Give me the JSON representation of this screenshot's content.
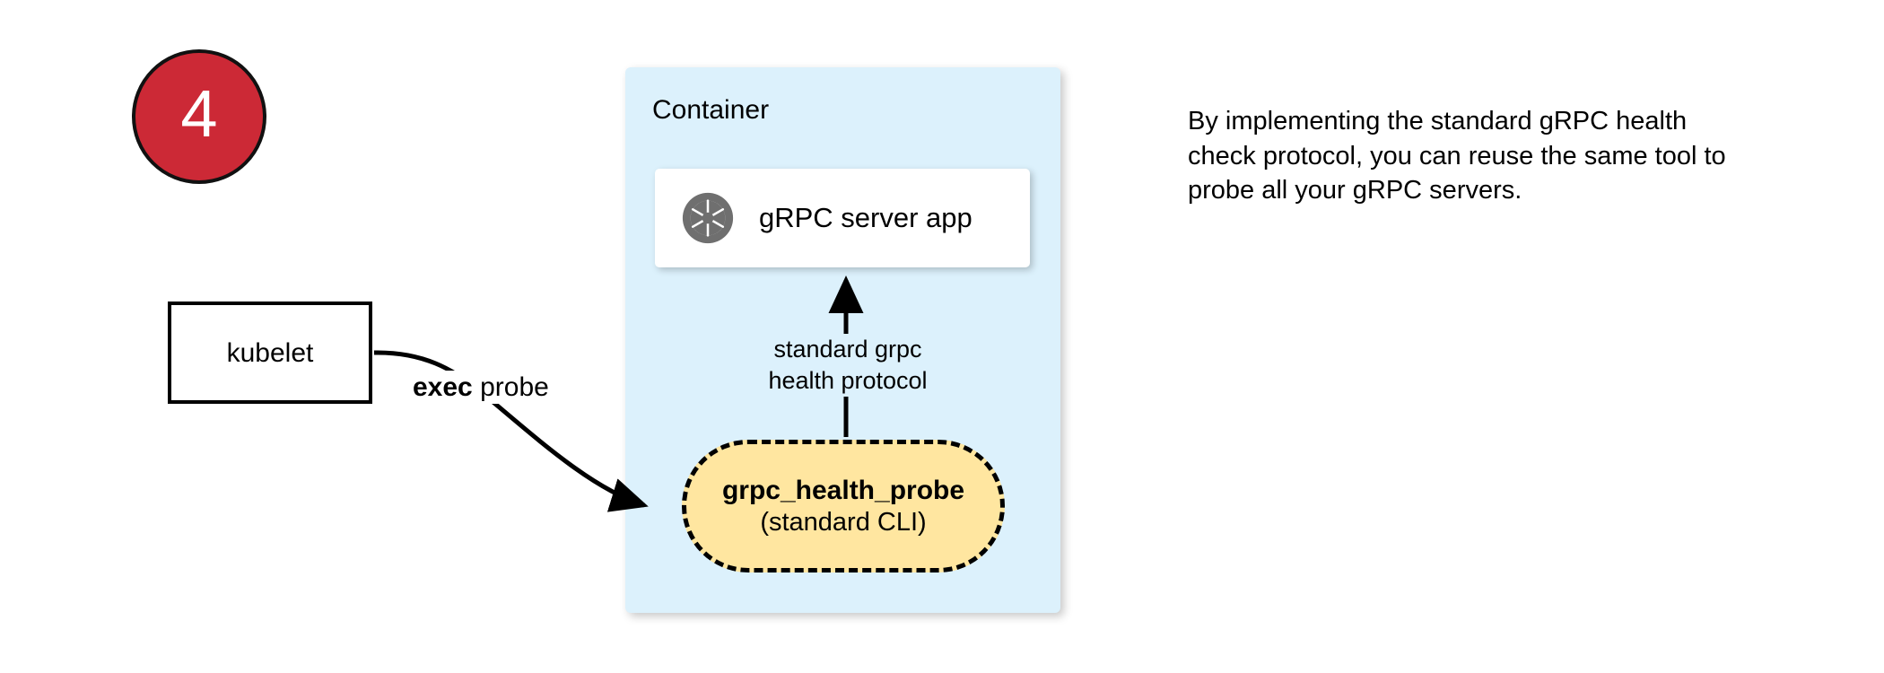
{
  "step": {
    "number": "4"
  },
  "kubelet": {
    "label": "kubelet"
  },
  "container": {
    "title": "Container",
    "fill_color": "#dcf1fc"
  },
  "server_app": {
    "label": "gRPC server app",
    "icon": "grpc-aperture-icon",
    "icon_color": "#6f6f6f"
  },
  "probe": {
    "title": "grpc_health_probe",
    "subtitle": "(standard CLI)",
    "fill_color": "#ffe6a0",
    "border_style": "dashed"
  },
  "edges": {
    "exec_probe": {
      "label_bold": "exec",
      "label_rest": " probe"
    },
    "protocol": {
      "line1": "standard grpc",
      "line2": "health protocol"
    }
  },
  "caption": {
    "text": "By implementing the standard gRPC health check protocol, you can reuse the same tool to probe all your gRPC servers."
  },
  "colors": {
    "badge_red": "#cc2936",
    "container_blue": "#dcf1fc",
    "probe_yellow": "#ffe6a0",
    "stroke_black": "#000000",
    "icon_gray": "#6f6f6f"
  }
}
